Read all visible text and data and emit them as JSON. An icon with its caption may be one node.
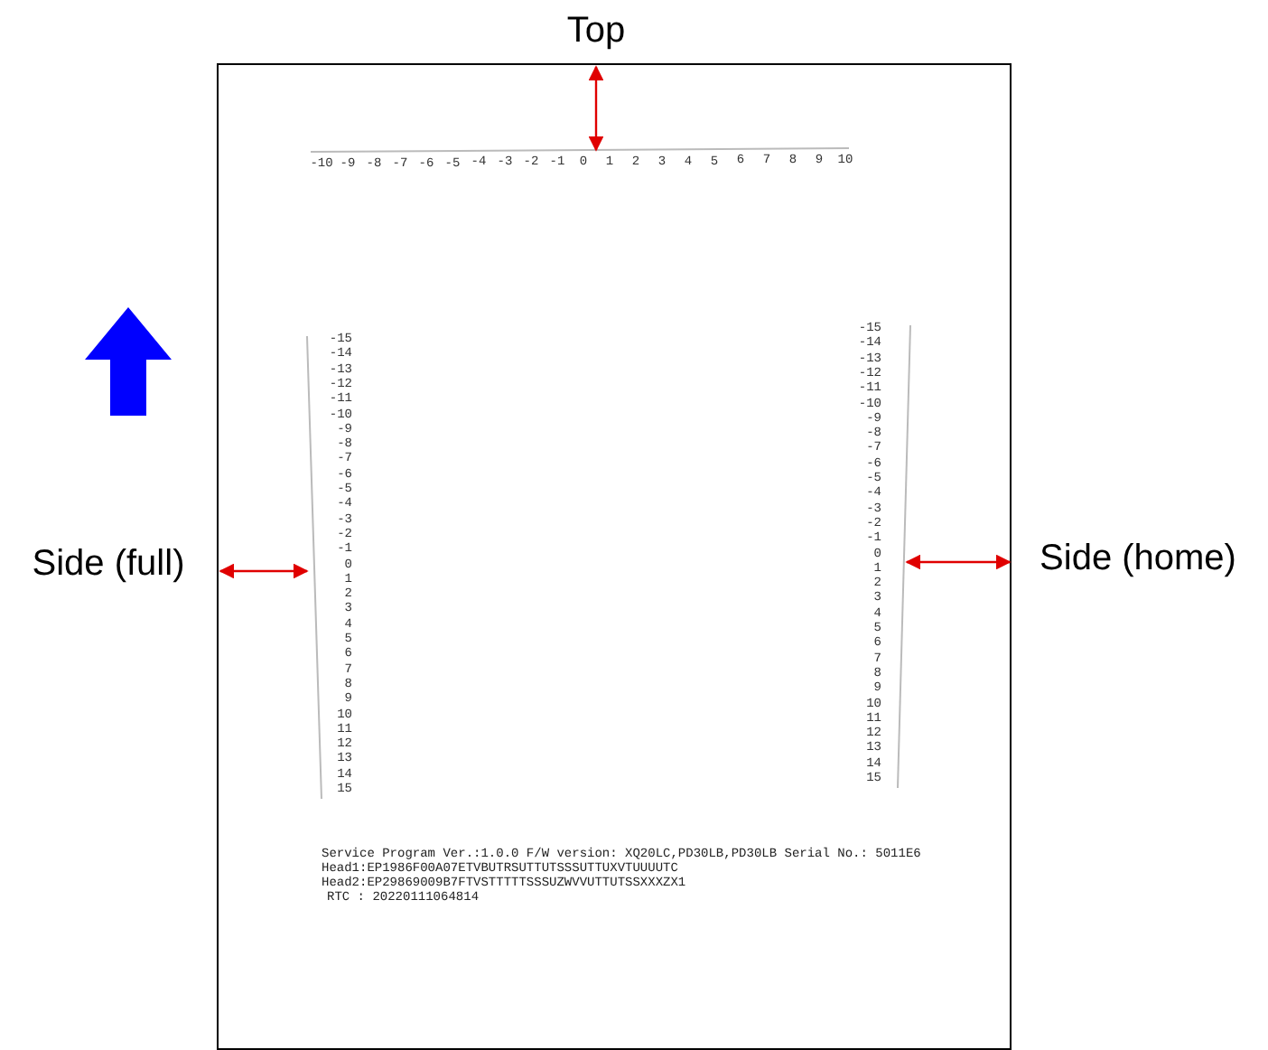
{
  "diagram": {
    "labels": [
      "Top",
      "-10",
      "-9",
      "-8",
      "-7",
      "-6",
      "-5",
      "-4",
      "-3",
      "-2",
      "-1",
      "0",
      "1",
      "2",
      "3",
      "4",
      "5",
      "6",
      "7",
      "8",
      "9",
      "10",
      "-15",
      "-14",
      "-13",
      "-12",
      "-11",
      "-10",
      "-9",
      "-8",
      "-7",
      "-6",
      "-5",
      "-4",
      "-3",
      "-2",
      "-1",
      "0",
      "1",
      "2",
      "3",
      "4",
      "5",
      "6",
      "7",
      "8",
      "9",
      "10",
      "11",
      "12",
      "13",
      "14",
      "15",
      "-15",
      "-14",
      "-13",
      "-12",
      "-11",
      "-10",
      "-9",
      "-8",
      "-7",
      "-6",
      "-5",
      "-4",
      "-3",
      "-2",
      "-1",
      "0",
      "1",
      "2",
      "3",
      "4",
      "5",
      "6",
      "7",
      "8",
      "9",
      "10",
      "11",
      "12",
      "13",
      "14",
      "15",
      "Side (full)",
      "Side (home)",
      "Service Program Ver.:1.0.0 F/W version: XQ20LC,PD30LB,PD30LB Serial No.: 5011E6",
      "Head1:EP1986F00A07ETVBUTRSUTTUTSSSUTTUXVTUUUUTC",
      "Head2:EP29869009B7FTVSTTTTTSSSUZWVVUTTUTSSXXXZX1",
      "RTC : 20220111064814"
    ]
  }
}
